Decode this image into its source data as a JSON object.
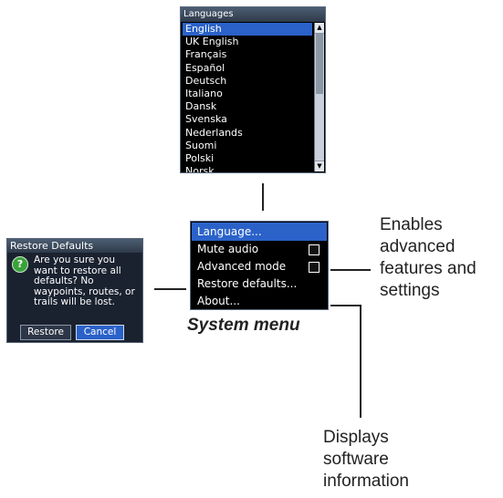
{
  "languages": {
    "title": "Languages",
    "items": [
      "English",
      "UK English",
      "Français",
      "Español",
      "Deutsch",
      "Italiano",
      "Dansk",
      "Svenska",
      "Nederlands",
      "Suomi",
      "Polski",
      "Norsk"
    ],
    "selected_index": 0
  },
  "system_menu": {
    "caption": "System menu",
    "items": [
      {
        "label": "Language...",
        "selected": true
      },
      {
        "label": "Mute audio",
        "checkbox": true,
        "checked": false
      },
      {
        "label": "Advanced mode",
        "checkbox": true,
        "checked": false
      },
      {
        "label": "Restore defaults..."
      },
      {
        "label": "About..."
      }
    ]
  },
  "restore_dialog": {
    "title": "Restore Defaults",
    "icon": "question-icon",
    "message": "Are you sure you want to restore all defaults? No waypoints, routes, or trails will be lost.",
    "buttons": {
      "restore": "Restore",
      "cancel": "Cancel"
    }
  },
  "callouts": {
    "advanced": "Enables advanced features and settings",
    "about": "Displays software information"
  },
  "colors": {
    "selection": "#2b62c9",
    "panel_bg": "#000000",
    "title_bar": "#3b4858"
  }
}
